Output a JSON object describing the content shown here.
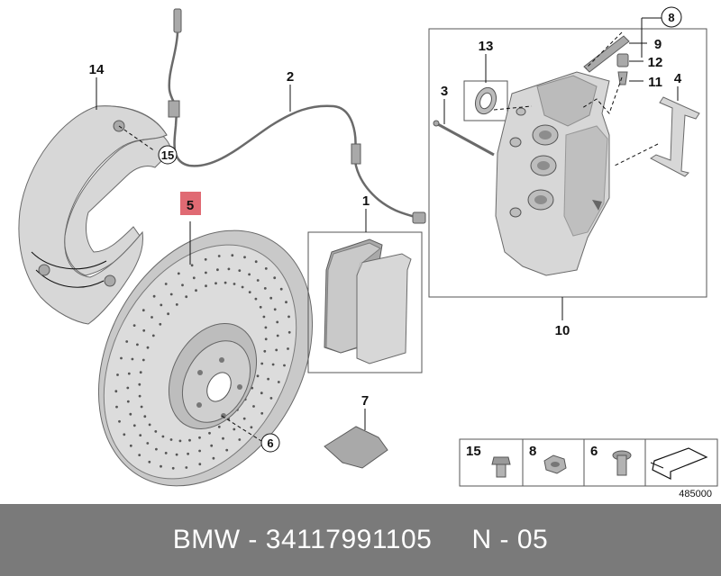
{
  "callouts": {
    "n1": "1",
    "n2": "2",
    "n3": "3",
    "n4": "4",
    "n5": "5",
    "n6": "6",
    "n7": "7",
    "n8": "8",
    "n9": "9",
    "n10": "10",
    "n11": "11",
    "n12": "12",
    "n13": "13",
    "n14": "14",
    "n15": "15"
  },
  "legend": {
    "items": [
      {
        "num": "15",
        "icon": "flange-bolt-icon"
      },
      {
        "num": "8",
        "icon": "hex-nut-icon"
      },
      {
        "num": "6",
        "icon": "countersunk-screw-icon"
      }
    ],
    "arrow_icon": "direction-arrow-icon"
  },
  "diagram_code": "485000",
  "footer": {
    "text": "BMW - 34117991105     N - 05"
  },
  "colors": {
    "highlight": "#e06a73",
    "footer_bg": "#7a7a7a",
    "part_fill": "#d7d7d7"
  }
}
